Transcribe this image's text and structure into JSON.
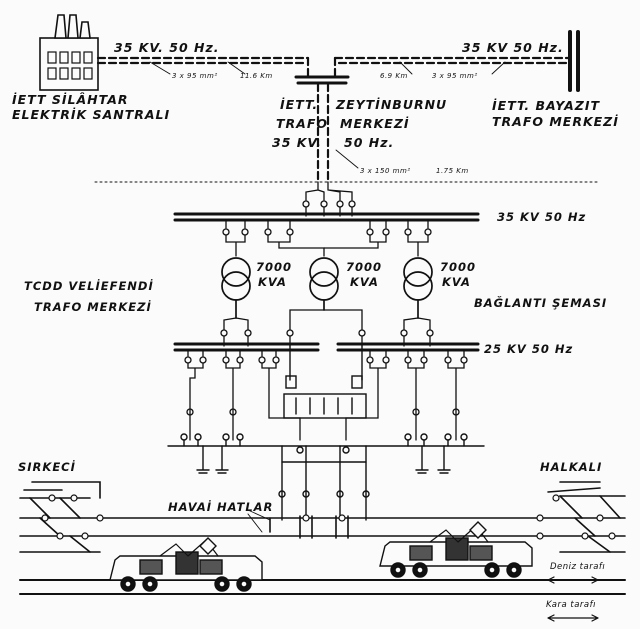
{
  "sources": {
    "silahtar": {
      "name_line1": "İETT SİLÂHTAR",
      "name_line2": "ELEKTRİK SANTRALI",
      "voltage": "35 KV. 50 Hz.",
      "cable": "3 x 95  mm²",
      "distance": "11.6  Km"
    },
    "bayazit": {
      "name_line1": "İETT. BAYAZIT",
      "name_line2": "TRAFO MERKEZİ",
      "voltage": "35 KV  50 Hz.",
      "cable": "3 x 95  mm²",
      "distance": "6.9 Km"
    },
    "zeytinburnu": {
      "name_left1": "İETT.",
      "name_left2": "TRAFO",
      "name_left3": "35 KV.",
      "name_right1": "ZEYTİNBURNU",
      "name_right2": "MERKEZİ",
      "name_right3": "50 Hz.",
      "cable": "3 x 150  mm²",
      "distance": "1.75  Km"
    }
  },
  "station": {
    "line1": "TCDD  VELİEFENDİ",
    "line2": "TRAFO  MERKEZİ"
  },
  "busbars": {
    "high": "35  KV  50 Hz",
    "low": "25  KV  50  Hz"
  },
  "transformers": [
    {
      "power": "7000",
      "unit": "KVA"
    },
    {
      "power": "7000",
      "unit": "KVA"
    },
    {
      "power": "7000",
      "unit": "KVA"
    }
  ],
  "diagram_title": "BAĞLANTI  ŞEMASI",
  "overhead_lines": "HAVAİ  HATLAR",
  "ends": {
    "left": "SIRKECİ",
    "right": "HALKALI"
  },
  "sides": {
    "sea": "Deniz  tarafı",
    "land": "Kara  tarafı"
  },
  "colors": {
    "ink": "#111111",
    "paper": "#fbfbfb"
  }
}
